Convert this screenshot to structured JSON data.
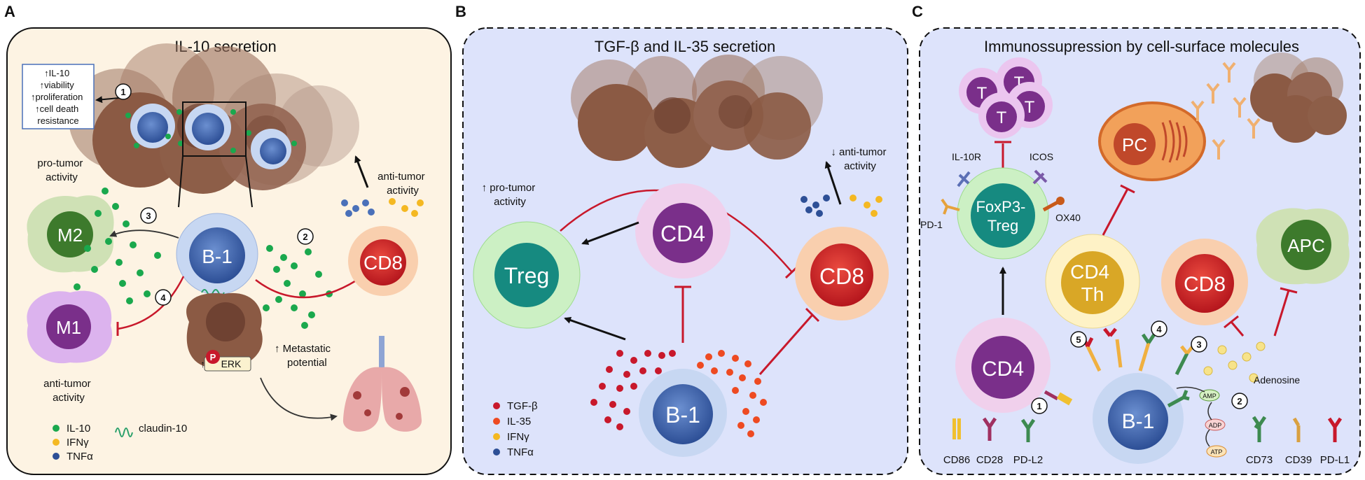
{
  "panels": {
    "a": {
      "letter": "A",
      "title": "IL-10 secretion",
      "box_lines": [
        "↑IL-10",
        "↑viability",
        "↑proliferation",
        "↑cell death",
        "resistance"
      ],
      "cells": {
        "b1": "B-1",
        "m2": "M2",
        "m1": "M1",
        "cd8": "CD8"
      },
      "steps": [
        "1",
        "2",
        "3",
        "4"
      ],
      "pro_tumor": [
        "pro-tumor",
        "activity"
      ],
      "anti_tumor_left": [
        "anti-tumor",
        "activity"
      ],
      "anti_tumor_right": [
        "anti-tumor",
        "activity"
      ],
      "metastatic": [
        "↑  Metastatic",
        "potential"
      ],
      "perk_p": "P",
      "perk_arrow": "↑",
      "perk_label": "ERK",
      "legend": {
        "il10": "IL-10",
        "ifng": "IFNγ",
        "tnfa": "TNFα",
        "claudin": "claudin-10"
      }
    },
    "b": {
      "letter": "B",
      "title": "TGF-β and IL-35 secretion",
      "cells": {
        "treg": "Treg",
        "cd4": "CD4",
        "cd8": "CD8",
        "b1": "B-1"
      },
      "pro_tumor": [
        "↑ pro-tumor",
        "activity"
      ],
      "anti_tumor": [
        "↓ anti-tumor",
        "activity"
      ],
      "legend": {
        "tgfb": "TGF-β",
        "il35": "IL-35",
        "ifng": "IFNγ",
        "tnfa": "TNFα"
      }
    },
    "c": {
      "letter": "C",
      "title": "Immunossupression by cell-surface molecules",
      "cells": {
        "t": "T",
        "foxp3_l1": "FoxP3-",
        "foxp3_l2": "Treg",
        "pc": "PC",
        "cd4th_l1": "CD4",
        "cd4th_l2": "Th",
        "cd8": "CD8",
        "apc": "APC",
        "cd4": "CD4",
        "b1": "B-1"
      },
      "receptors": {
        "il10r": "IL-10R",
        "icos": "ICOS",
        "pd1": "PD-1",
        "ox40": "OX40"
      },
      "adenosine": "Adenosine",
      "nucleotides": {
        "amp": "AMP",
        "adp": "ADP",
        "atp": "ATP"
      },
      "steps": [
        "1",
        "2",
        "3",
        "4",
        "5"
      ],
      "legend": [
        "CD86",
        "CD28",
        "PD-L2",
        "CD73",
        "CD39",
        "PD-L1"
      ]
    }
  },
  "colors": {
    "panel_a_bg": "#fdf3e3",
    "panel_bc_bg": "#dde3fb",
    "b1_fill": "#4a70b9",
    "il10_green": "#1aa84d",
    "inhibit_red": "#c8182b",
    "cd8_red": "#d22a2a",
    "treg_teal": "#168a80",
    "cd4_purple": "#7a2f8a",
    "tumor_brown": "#8b5a44"
  }
}
